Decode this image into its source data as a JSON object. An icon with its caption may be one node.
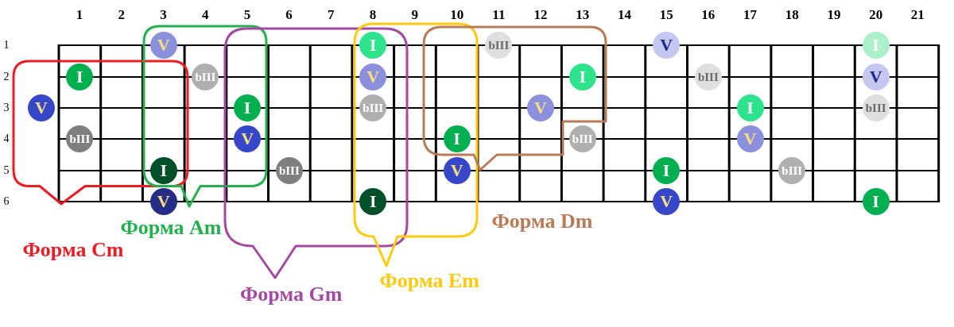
{
  "diagram": {
    "nodes": [
      {
        "text": [
          "Форма Cm"
        ]
      },
      {
        "text": [
          "Форма Am"
        ]
      },
      {
        "text": [
          "Форма Gm"
        ]
      },
      {
        "text": [
          "Форма Em"
        ]
      },
      {
        "text": [
          "Форма Dm"
        ]
      },
      {
        "text": [
          "V"
        ],
        "in": 1
      },
      {
        "text": [
          "I"
        ]
      },
      {
        "text": [
          "bIII"
        ],
        "in": 4
      },
      {
        "text": [
          "V"
        ]
      },
      {
        "text": [
          "I"
        ]
      },
      {
        "text": [
          "I"
        ],
        "in": 0
      },
      {
        "text": [
          "bIII"
        ],
        "in": 1
      },
      {
        "text": [
          "V"
        ]
      },
      {
        "text": [
          "I"
        ],
        "in": 4
      },
      {
        "text": [
          "bIII"
        ]
      },
      {
        "text": [
          "V"
        ]
      },
      {
        "text": [
          "V"
        ],
        "in": 0
      },
      {
        "text": [
          "I"
        ]
      },
      {
        "text": [
          "bIII"
        ]
      },
      {
        "text": [
          "V"
        ],
        "in": 4
      },
      {
        "text": [
          "I"
        ]
      },
      {
        "text": [
          "bIII"
        ]
      },
      {
        "text": [
          "bIII"
        ],
        "in": 0
      },
      {
        "text": [
          "V"
        ]
      },
      {
        "text": [
          "I"
        ]
      },
      {
        "text": [
          "bIII"
        ]
      },
      {
        "text": [
          "V"
        ]
      },
      {
        "text": [
          "I"
        ]
      },
      {
        "text": [
          "bIII"
        ],
        "in": 2
      },
      {
        "text": [
          "V"
        ],
        "in": 3
      },
      {
        "text": [
          "I"
        ]
      },
      {
        "text": [
          "bIII"
        ]
      },
      {
        "text": [
          "V"
        ]
      },
      {
        "text": [
          "I"
        ]
      },
      {
        "text": [
          "V"
        ]
      },
      {
        "text": [
          "I"
        ]
      }
    ],
    "labels": [
      "1",
      "2",
      "3",
      "4",
      "5",
      "6",
      "7",
      "8",
      "9",
      "10",
      "11",
      "12",
      "13",
      "14",
      "15",
      "16",
      "17",
      "18",
      "19",
      "20",
      "21",
      "1",
      "2",
      "3",
      "4",
      "5",
      "6"
    ]
  }
}
